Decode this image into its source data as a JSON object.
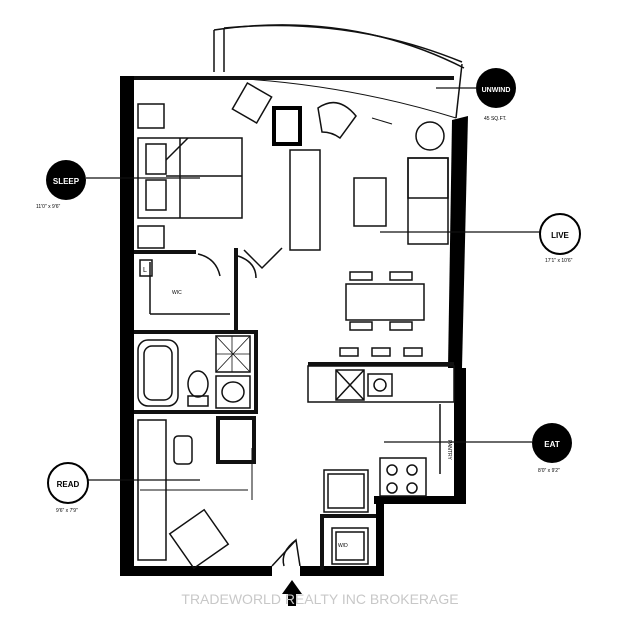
{
  "rooms": {
    "sleep": {
      "name": "SLEEP",
      "dims": "11'0\" x 9'6\""
    },
    "live": {
      "name": "LIVE",
      "dims": "17'1\" x 10'6\""
    },
    "eat": {
      "name": "EAT",
      "dims": "8'0\" x 9'2\""
    },
    "read": {
      "name": "READ",
      "dims": "9'6\" x 7'9\""
    },
    "unwind": {
      "name": "UNWIND",
      "area": "45 SQ.FT."
    }
  },
  "labels": {
    "wic": "WIC",
    "l": "L",
    "wd": "W/D",
    "pantry": "PANTRY"
  },
  "watermark": "TRADEWORLD REALTY INC BROKERAGE",
  "colors": {
    "wall": "#000000",
    "line": "#111111",
    "background": "#ffffff",
    "watermark": "#c8c8c8"
  }
}
